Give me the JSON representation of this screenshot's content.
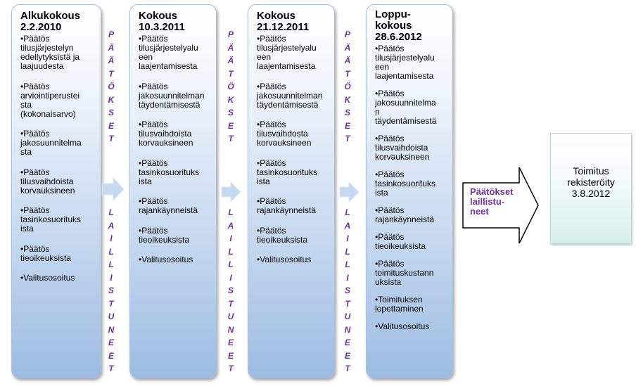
{
  "meetings": [
    {
      "title": "Alkukokous\n2.2.2010",
      "items": [
        "•Päätös\ntilusjärjestelyn\nedellytyksistä ja\nlaajuudesta",
        "•Päätös\narviointiperustei\nsta\n(kokonaisarvo)",
        "•Päätös\njakosuunnitelma\nsta",
        "•Päätös\ntilusvaihdoista\nkorvauksineen",
        "•Päätös\ntasinkosuorituks\nista",
        "•Päätös\ntieoikeuksista",
        "•Valitusosoitus"
      ]
    },
    {
      "title": "Kokous\n10.3.2011",
      "items": [
        "•Päätös\ntilusjärjestelyalu\neen\nlaajentamisesta",
        "•Päätös\njakosuunnitelman\ntäydentämisestä",
        "•Päätös\ntilusvaihdoista\nkorvauksineen",
        "•Päätös\ntasinkosuorituks\nista",
        "•Päätös\nrajankäynneistä",
        "•Päätös\ntieoikeuksista",
        "•Valitusosoitus"
      ]
    },
    {
      "title": "Kokous\n21.12.2011",
      "items": [
        "•Päätös\ntilusjärjestelyalu\neen\nlaajentamisesta",
        "•Päätös\njakosuunnitelman\ntäydentämisestä",
        "•Päätös\ntilusvaihdosta\nkorvauksineen",
        "•Päätös\ntasinkosuorituks\nista",
        "•Päätös\nrajankäynneistä",
        "•Päätös\ntieoikeuksista",
        "•Valitusosoitus"
      ]
    },
    {
      "title": "Loppu-\nkokous\n28.6.2012",
      "items": [
        "•Päätös\ntilusjärjestelyalu\neen\nlaajentamisesta",
        "•Päätös\njakosuunnitelma\nn\ntäydentämisestä",
        "•Päätös\ntilusvaihdoista\nkorvauksineen",
        "•Päätös\ntasinkosuorituks\nista",
        "•Päätös\nrajankäynneistä",
        "•Päätös\ntieoikeuksista",
        "•Päätös\ntoimituskustann\nuksista",
        "•Toimituksen\nlopettaminen",
        "•Valitusosoitus"
      ]
    }
  ],
  "connector": {
    "top": "P\nÄ\nÄ\nT\nÖ\nK\nS\nE\nT",
    "bottom": "L\nA\nI\nL\nL\nI\nS\nT\nU\nN\nE\nE\nT"
  },
  "final_arrow_label": "Päätökset\nlaillistu-\nneet",
  "final_box": "Toimitus\nrekisteröity\n3.8.2012",
  "colors": {
    "box_gradient_top": "#ffffff",
    "box_gradient_bottom": "#9dbbe2",
    "accent_text": "#7030a0",
    "small_arrow": "#c6d9f0",
    "final_box_tint": "#d7efea"
  }
}
